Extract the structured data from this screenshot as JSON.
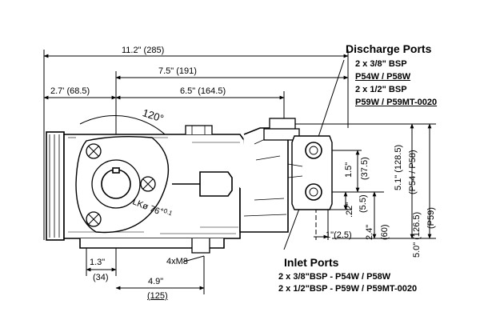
{
  "dimensions": {
    "overall_width": "11.2\" (285)",
    "center_span": "7.5\" (191)",
    "left_offset": "2.7' (68.5)",
    "mid_span": "6.5\" (164.5)",
    "angle": "120°",
    "shaft_key": "LKø 76",
    "shaft_tol": "+0.1",
    "mount_holes": "4xM8",
    "foot_offset_in": "1.3\"",
    "foot_offset_mm": "(34)",
    "base_width_in": "4.9\"",
    "base_width_mm": "(125)",
    "port_spacing_in": "1.5\"",
    "port_spacing_mm": "(37.5)",
    "port_small_in": ".22\"",
    "port_small_mm": "(5.5)",
    "port_inset": ".1\"(2.5)",
    "port_height_in": "2.4\"",
    "port_height_mm": "(60)",
    "height_p54": "5.1\" (128.5)",
    "height_p54_models": "(P54 / P58)",
    "height_p59": "5.0\" (126.5)",
    "height_p59_models": "(P59)"
  },
  "discharge_ports": {
    "title": "Discharge Ports",
    "line1": "2 x 3/8\" BSP",
    "line2": "P54W / P58W",
    "line3": "2 x 1/2\" BSP",
    "line4": "P59W / P59MT-0020"
  },
  "inlet_ports": {
    "title": "Inlet Ports",
    "line1": "2 x 3/8\"BSP - P54W / P58W",
    "line2": "2 x 1/2\"BSP - P59W / P59MT-0020"
  }
}
